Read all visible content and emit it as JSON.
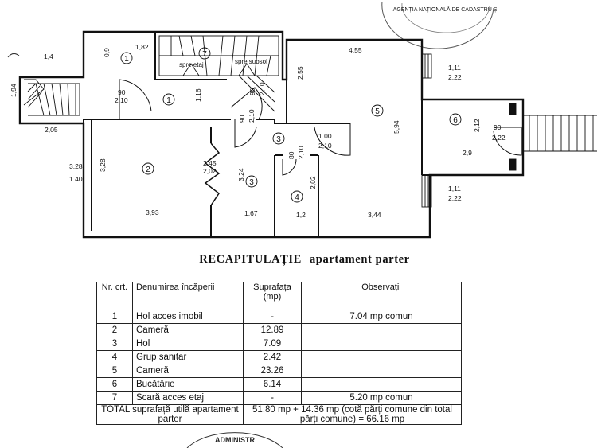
{
  "plan": {
    "dimensions": [
      "1,4",
      "1,94",
      "2,05",
      "0,9",
      "1,82",
      "90",
      "2,10",
      "1,16",
      "spre etaj",
      "spre subsol",
      "4,55",
      "2,55",
      "1,11",
      "2,22",
      "90",
      "2,10",
      "90",
      "2,10",
      "1.00",
      "2,10",
      "5,94",
      "2,12",
      "90",
      "2,22",
      "2,9",
      "3.28",
      "1.40",
      "3,28",
      "2,45",
      "2,02",
      "3,24",
      "80",
      "2,10",
      "2,02",
      "1,11",
      "2,22",
      "3,93",
      "1,67",
      "1,2",
      "3,44"
    ],
    "room_numbers": [
      "1",
      "1",
      "7",
      "5",
      "6",
      "2",
      "3",
      "3",
      "4"
    ]
  },
  "table": {
    "title": "RECAPITULAȚIE",
    "subtitle": "apartament parter",
    "headers": [
      "Nr. crt.",
      "Denumirea încăperii",
      "Suprafața (mp)",
      "Observații"
    ],
    "rows": [
      [
        "1",
        "Hol acces imobil",
        "-",
        "7.04 mp comun"
      ],
      [
        "2",
        "Cameră",
        "12.89",
        ""
      ],
      [
        "3",
        "Hol",
        "7.09",
        ""
      ],
      [
        "4",
        "Grup sanitar",
        "2.42",
        ""
      ],
      [
        "5",
        "Cameră",
        "23.26",
        ""
      ],
      [
        "6",
        "Bucătărie",
        "6.14",
        ""
      ],
      [
        "7",
        "Scară acces etaj",
        "-",
        "5.20 mp comun"
      ]
    ],
    "total_label": "TOTAL suprafață utilă apartament parter",
    "total_value": "51.80 mp + 14.36 mp (cotă părți comune din total părți comune) = 66.16 mp"
  },
  "stamps": {
    "top": "AGENȚIA NAȚIONALĂ DE CADASTRU ȘI",
    "bottom": "ADMINISTR"
  }
}
